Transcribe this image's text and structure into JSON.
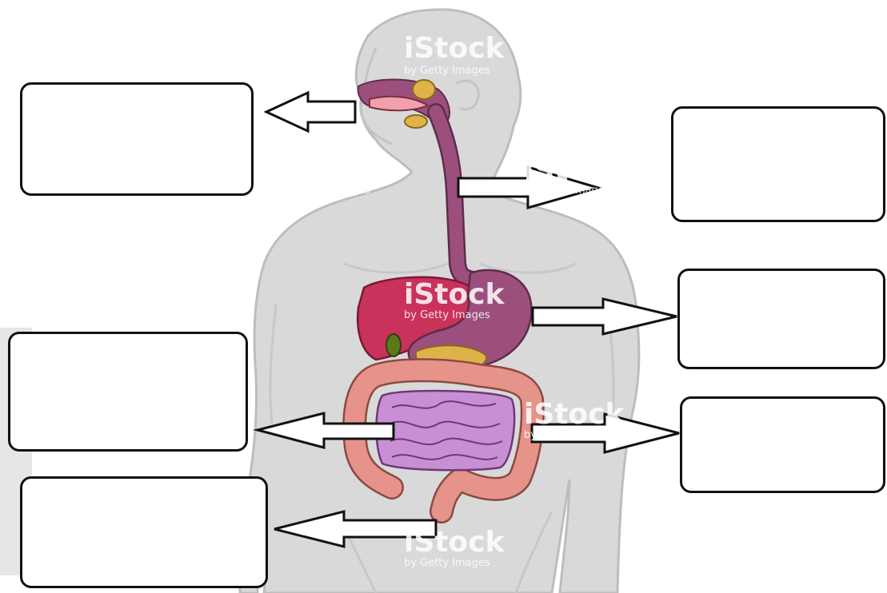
{
  "diagram": {
    "labels": [
      {
        "id": "mouth",
        "text": ""
      },
      {
        "id": "esophagus",
        "text": ""
      },
      {
        "id": "stomach",
        "text": ""
      },
      {
        "id": "small-intestine",
        "text": ""
      },
      {
        "id": "large-intestine",
        "text": ""
      },
      {
        "id": "rectum",
        "text": ""
      }
    ],
    "watermark": {
      "brand": "iStock",
      "byline": "by Getty Images"
    }
  },
  "colors": {
    "body": "#d9d9d9",
    "body_outline": "#bdbdbd",
    "gi_tract": "#9c4f7d",
    "liver": "#c9325a",
    "pancreas": "#e0b24a",
    "small_intestine": "#c98fd4",
    "large_intestine": "#e6938a",
    "gallbladder": "#5a7a1a"
  }
}
